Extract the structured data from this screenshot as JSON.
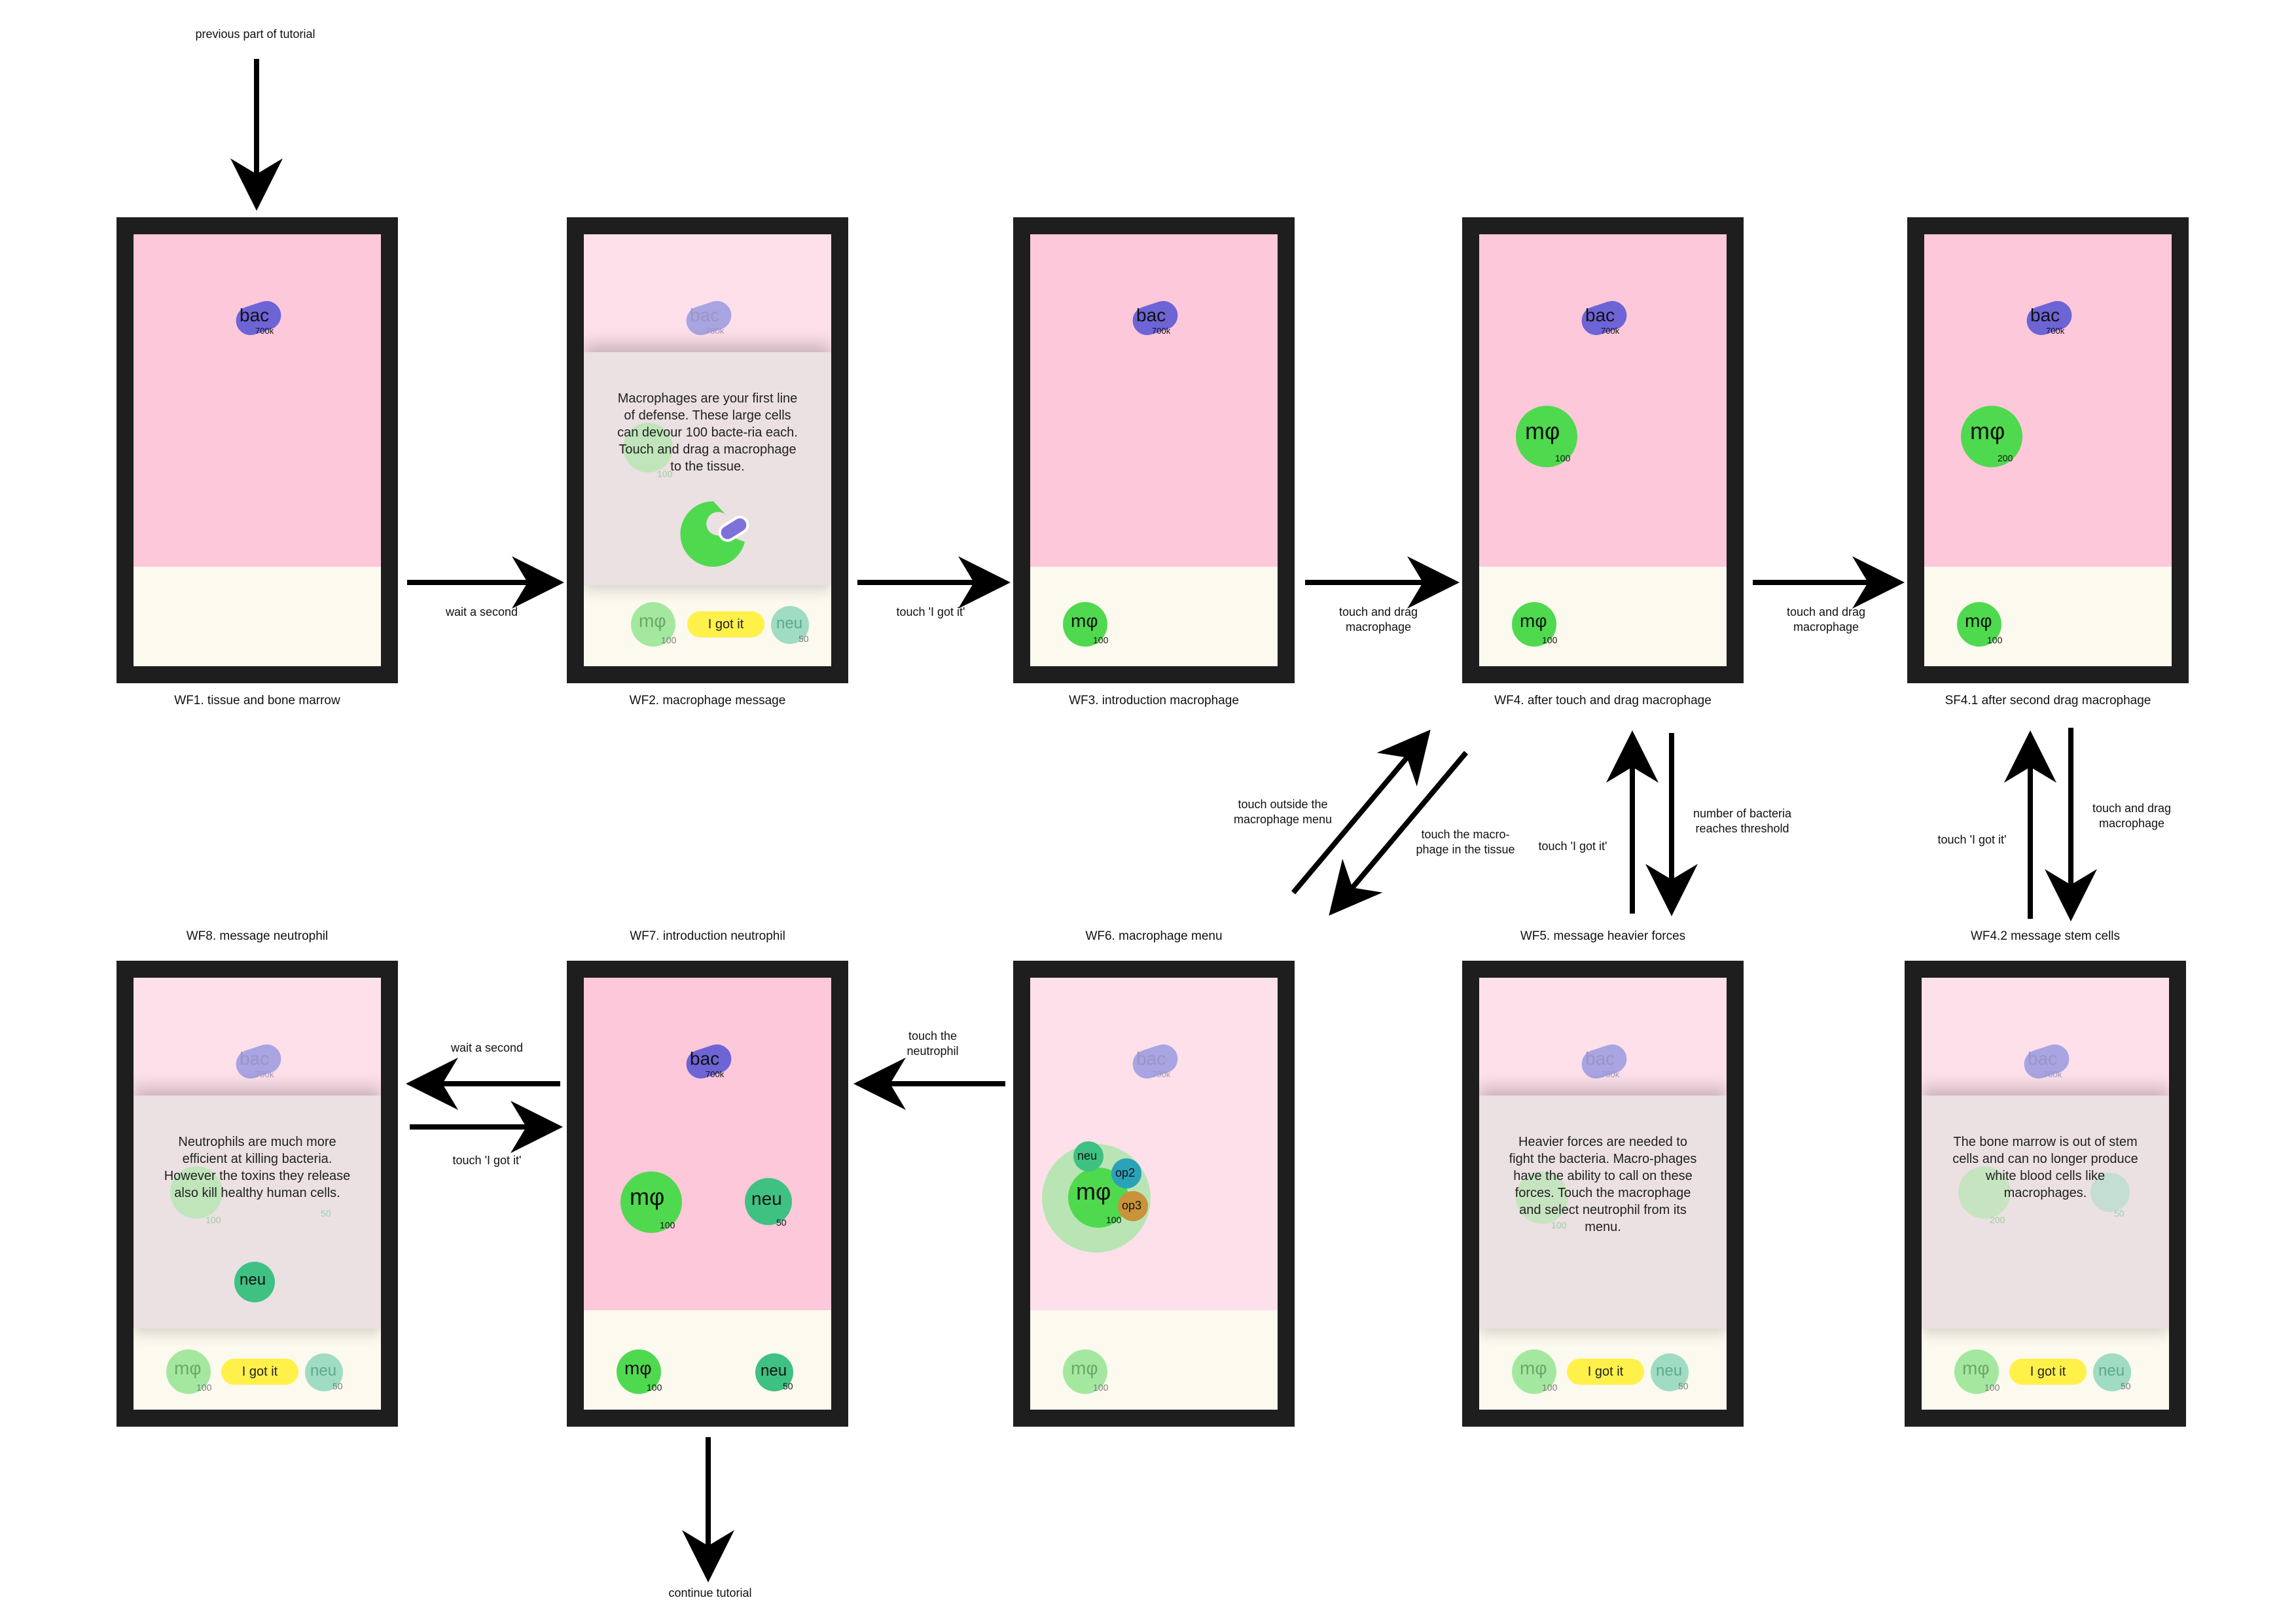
{
  "top_label": "previous part of tutorial",
  "bottom_label": "continue tutorial",
  "tokens": {
    "bac": "bac",
    "bac_count": "700k",
    "mac": "mφ",
    "neu": "neu",
    "op2": "op2",
    "op3": "op3",
    "got_it": "I got it"
  },
  "frames": {
    "wf1": {
      "caption": "WF1. tissue and bone marrow"
    },
    "wf2": {
      "caption": "WF2. macrophage message",
      "message": "Macrophages are your first line of defense. These large cells can devour 100 bacte-ria each.  Touch and drag a macrophage to the tissue.",
      "mac_count": "100",
      "neu_count": "50",
      "hidden_count": "100"
    },
    "wf3": {
      "caption": "WF3. introduction macrophage",
      "mac_count": "100"
    },
    "wf4": {
      "caption": "WF4. after touch and drag macrophage",
      "tissue_mac_count": "100",
      "mac_count": "100"
    },
    "sf41": {
      "caption": "SF4.1 after second drag macrophage",
      "tissue_mac_count": "200",
      "mac_count": "100"
    },
    "wf5": {
      "caption": "WF5. message heavier forces",
      "message": "Heavier forces are needed to fight the bacteria. Macro-phages have the ability to call on these forces. Touch the macrophage and select neutrophil from its menu.",
      "mac_count": "100",
      "neu_count": "50",
      "hidden_count": "100"
    },
    "wf6": {
      "caption": "WF6. macrophage menu",
      "tissue_mac_count": "100",
      "mac_count": "100"
    },
    "wf7": {
      "caption": "WF7. introduction neutrophil",
      "tissue_mac_count": "100",
      "tissue_neu_count": "50",
      "mac_count": "100",
      "neu_count": "50"
    },
    "wf8": {
      "caption": "WF8. message neutrophil",
      "message": "Neutrophils are much more efficient at killing bacteria. However the toxins they release also kill healthy human cells.",
      "mac_count": "100",
      "neu_count": "50",
      "hidden_mac_count": "100",
      "hidden_neu_count": "50"
    },
    "wf42": {
      "caption": "WF4.2 message stem cells",
      "message": "The bone marrow is out of stem cells and can no longer produce white blood cells like macrophages.",
      "mac_count": "100",
      "neu_count": "50",
      "hidden_mac_count": "200",
      "hidden_neu_count": "50"
    }
  },
  "transitions": {
    "wf1_wf2": "wait a second",
    "wf2_wf3": "touch 'I got it'",
    "wf3_wf4": [
      "touch and drag",
      "macrophage"
    ],
    "wf4_sf41": [
      "touch and drag",
      "macrophage"
    ],
    "wf6_wf4": [
      "touch outside the",
      "macrophage menu"
    ],
    "wf4_wf6": [
      "touch the macro-",
      "phage in the tissue"
    ],
    "wf5_wf4": "touch 'I got it'",
    "wf4_wf5": [
      "number of bacteria",
      "reaches threshold"
    ],
    "wf42_sf41": "touch 'I got it'",
    "sf41_wf42": [
      "touch and drag",
      "macrophage"
    ],
    "wf6_wf7": [
      "touch the",
      "neutrophil"
    ],
    "wf7_wf8": "wait a second",
    "wf8_wf7": "touch 'I got it'"
  }
}
